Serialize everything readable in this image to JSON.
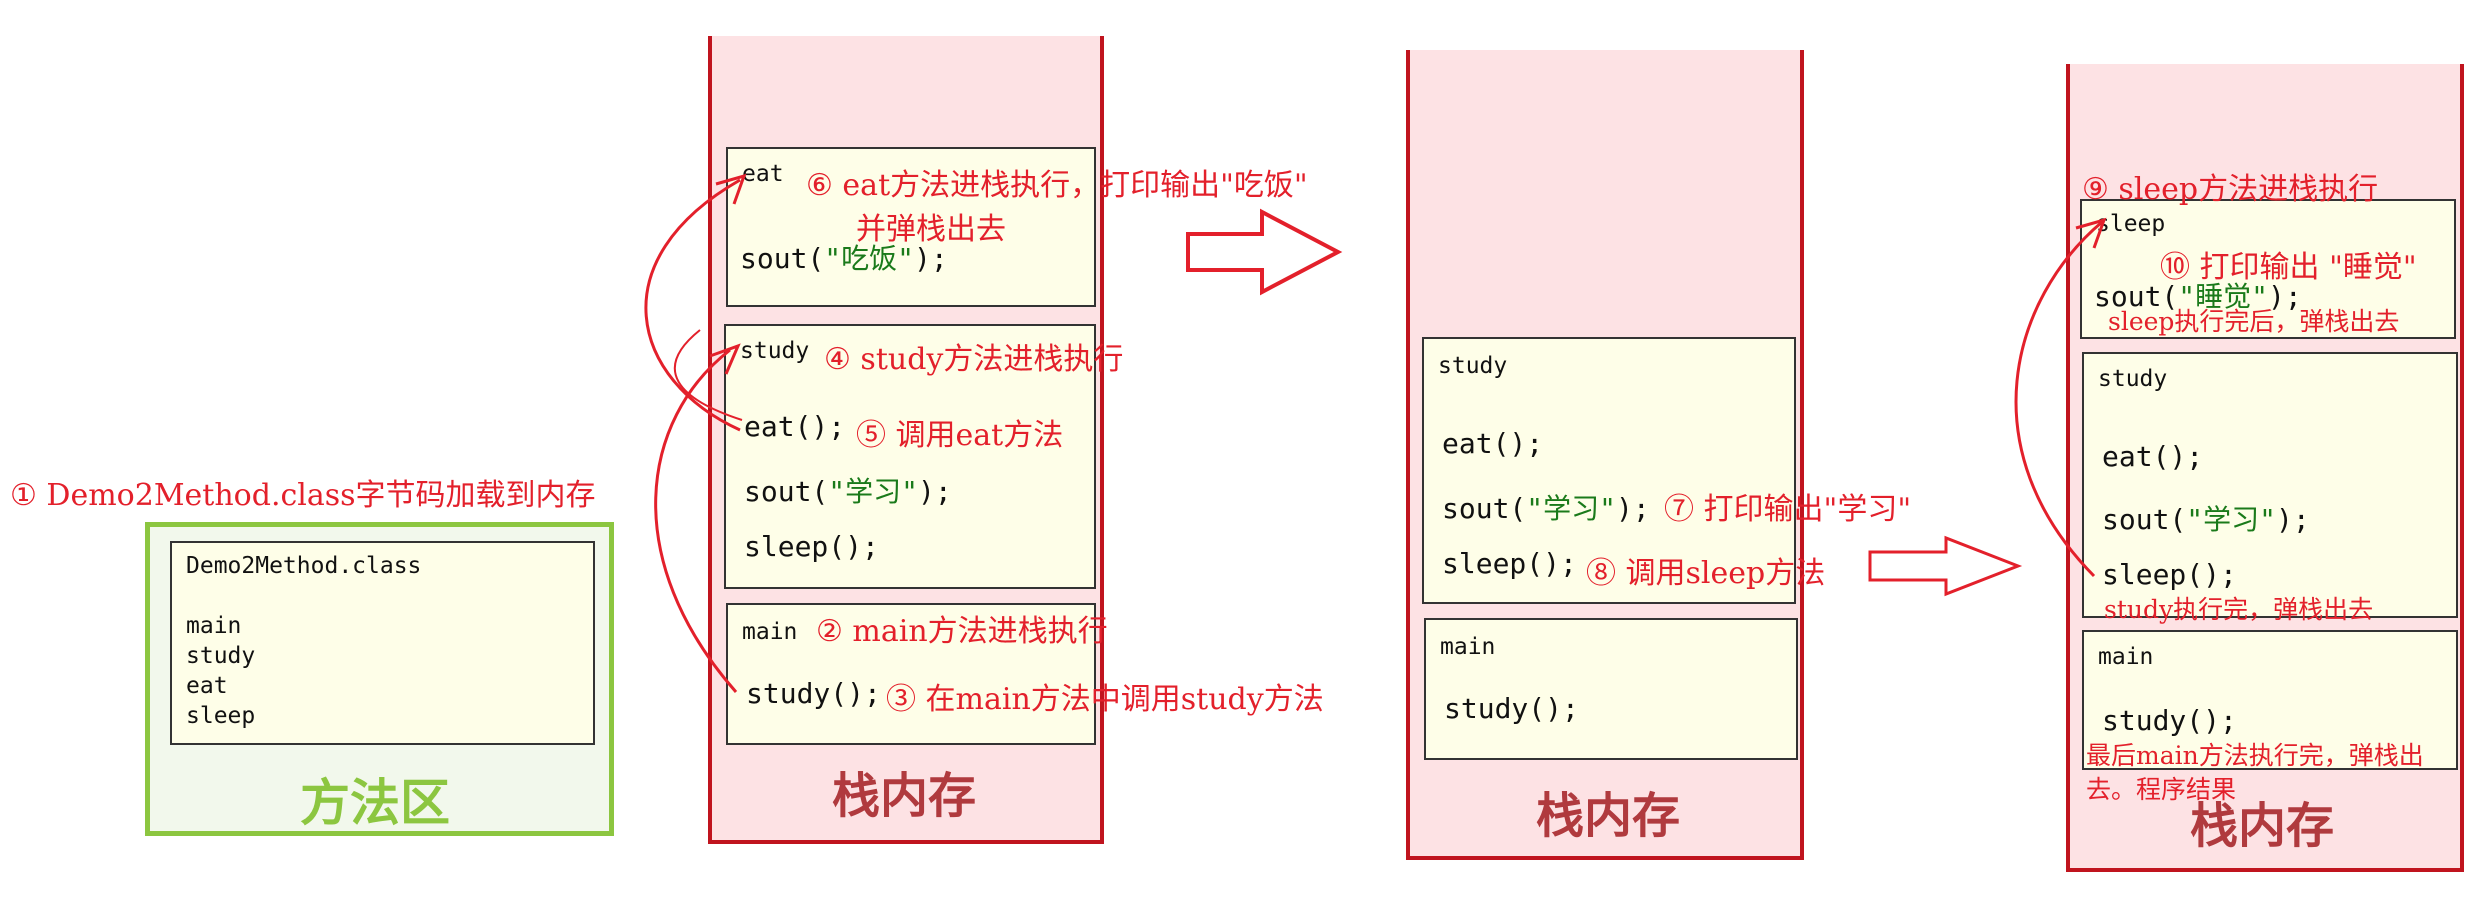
{
  "method_area": {
    "note": "① Demo2Method.class字节码加载到内存",
    "class_name": "Demo2Method.class",
    "methods": [
      "main",
      "study",
      "eat",
      "sleep"
    ],
    "title": "方法区"
  },
  "stack1": {
    "title": "栈内存",
    "eat_frame": {
      "name": "eat",
      "code_prefix": "sout(",
      "code_string": "\"吃饭\"",
      "code_suffix": ");",
      "note_line1": "⑥ eat方法进栈执行，打印输出\"吃饭\"",
      "note_line2": "并弹栈出去"
    },
    "study_frame": {
      "name": "study",
      "note": "④ study方法进栈执行",
      "line1": "eat();",
      "line1_note": "⑤ 调用eat方法",
      "line2_prefix": "sout(",
      "line2_string": "\"学习\"",
      "line2_suffix": ");",
      "line3": "sleep();"
    },
    "main_frame": {
      "name": "main",
      "note": "② main方法进栈执行",
      "line1": "study();",
      "line1_note": "③ 在main方法中调用study方法"
    }
  },
  "stack2": {
    "title": "栈内存",
    "study_frame": {
      "name": "study",
      "line1": "eat();",
      "line2_prefix": "sout(",
      "line2_string": "\"学习\"",
      "line2_suffix": ");",
      "line2_note": "⑦ 打印输出\"学习\"",
      "line3": "sleep();",
      "line3_note": "⑧ 调用sleep方法"
    },
    "main_frame": {
      "name": "main",
      "line1": "study();"
    }
  },
  "stack3": {
    "title": "栈内存",
    "sleep_frame": {
      "name": "sleep",
      "note_top": "⑨ sleep方法进栈执行",
      "note_print": "⑩ 打印输出 \"睡觉\"",
      "code_prefix": "sout(",
      "code_string": "\"睡觉\"",
      "code_suffix": ");",
      "note_pop": "sleep执行完后，弹栈出去"
    },
    "study_frame": {
      "name": "study",
      "line1": "eat();",
      "line2_prefix": "sout(",
      "line2_string": "\"学习\"",
      "line2_suffix": ");",
      "line3": "sleep();",
      "note_pop": "study执行完，弹栈出去"
    },
    "main_frame": {
      "name": "main",
      "line1": "study();",
      "note_pop_line1": "最后main方法执行完，弹栈出",
      "note_pop_line2": "去。程序结果"
    }
  },
  "colors": {
    "stack_fill": "#fde2e4",
    "stack_border": "#c0141e",
    "frame_fill": "#fefee8",
    "note_red": "#e3202b",
    "string_green": "#1a7a1a",
    "method_area_border": "#8cc640",
    "method_area_fill": "#f2f8ec"
  }
}
